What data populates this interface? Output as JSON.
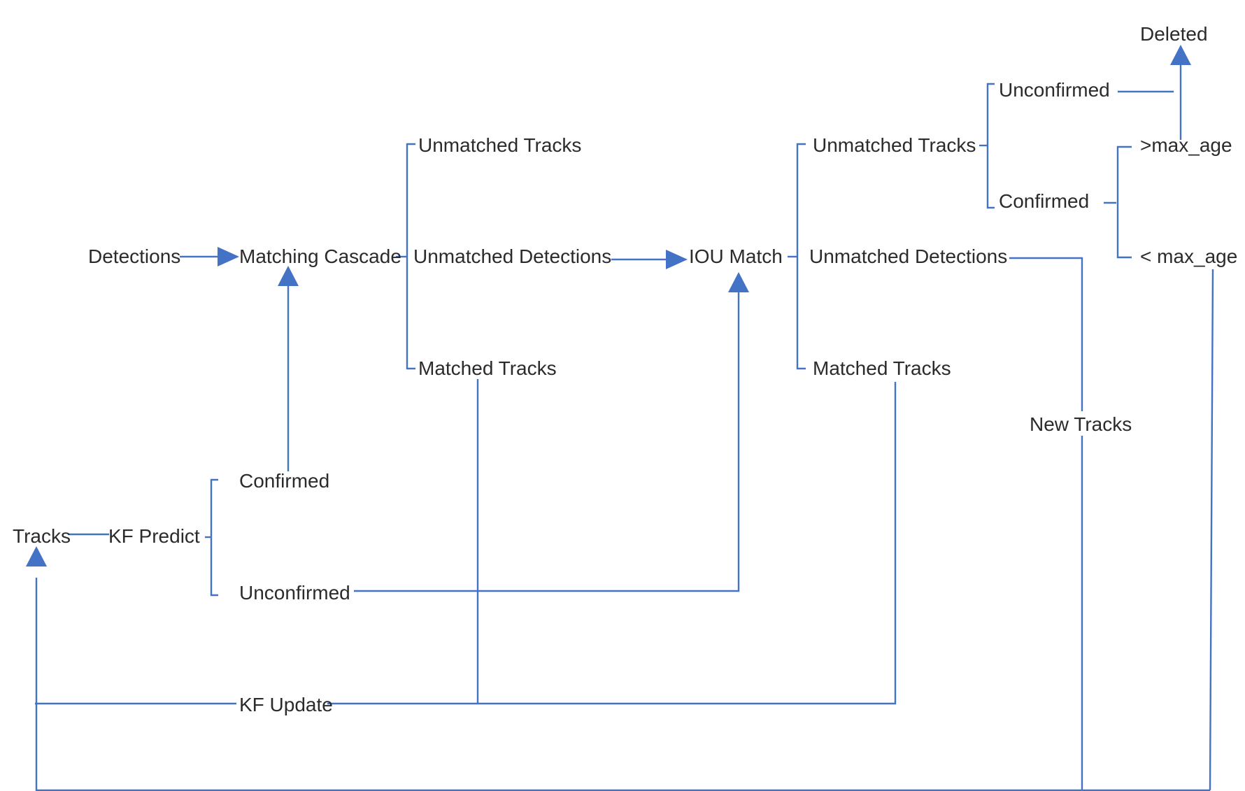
{
  "nodes": {
    "detections": "Detections",
    "matching_cascade": "Matching Cascade",
    "cascade_unmatched_tracks": "Unmatched Tracks",
    "cascade_unmatched_detections": "Unmatched Detections",
    "cascade_matched_tracks": "Matched Tracks",
    "iou_match": "IOU Match",
    "iou_unmatched_tracks": "Unmatched Tracks",
    "iou_unmatched_detections": "Unmatched Detections",
    "iou_matched_tracks": "Matched Tracks",
    "unconfirmed_top": "Unconfirmed",
    "confirmed_top": "Confirmed",
    "deleted": "Deleted",
    "gt_max_age": ">max_age",
    "lt_max_age": "< max_age",
    "new_tracks": "New Tracks",
    "tracks": "Tracks",
    "kf_predict": "KF Predict",
    "confirmed_predict": "Confirmed",
    "unconfirmed_predict": "Unconfirmed",
    "kf_update": "KF Update"
  },
  "colors": {
    "line": "#4472c4",
    "text": "#2b2b2b",
    "background": "#ffffff"
  }
}
